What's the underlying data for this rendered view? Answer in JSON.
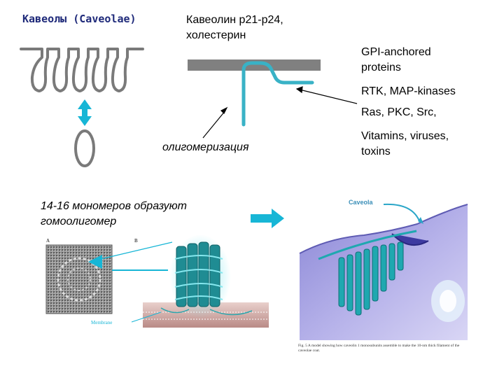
{
  "title": "Кавеолы (Caveolae)",
  "caveolin_label": [
    "Кавеолин p21-p24,",
    "холестерин"
  ],
  "gpi_label": [
    "GPI-anchored",
    "proteins"
  ],
  "rtk_label": "RTK, MAP-kinases",
  "ras_label": "Ras, PKC, Src,",
  "vitamins_label": [
    "Vitamins, viruses,",
    "toxins"
  ],
  "oligomer_label": "олигомеризация",
  "monomers_label": [
    "14-16 мономеров образуют",
    "гомоолигомер"
  ],
  "figure_a": {
    "panel_a": "A",
    "panel_b": "B",
    "membrane": "Membrane"
  },
  "figure_b": {
    "caveola": "Caveola",
    "caption": "Fig. 5 A model showing how caveolin 1 monosubunits assemble to make the 10-nm thick filament of the caveolae coat."
  },
  "colors": {
    "title": "#1f2a7a",
    "teal": "#39b2c6",
    "arrow_cyan": "#17b6d6",
    "gray": "#7a7a7a",
    "membrane_bar": "#808080"
  }
}
